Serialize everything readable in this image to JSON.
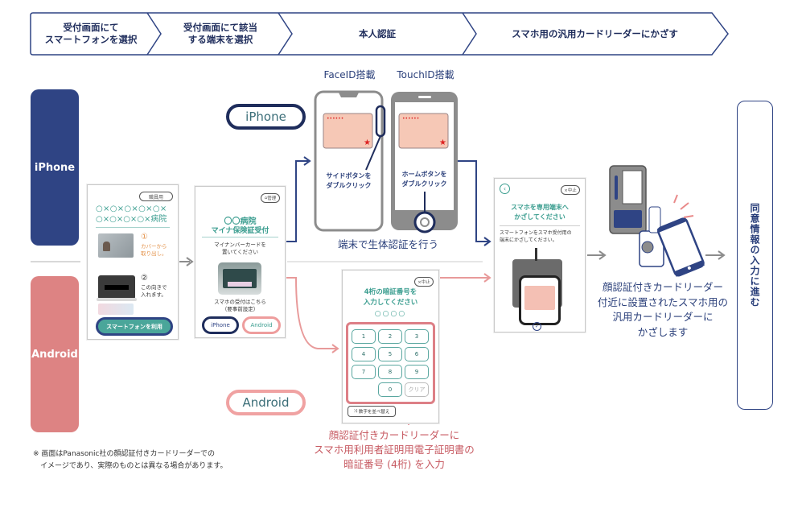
{
  "steps": [
    {
      "label": "受付画面にて\nスマートフォンを選択"
    },
    {
      "label": "受付画面にて該当\nする端末を選択"
    },
    {
      "label": "本人認証"
    },
    {
      "label": "スマホ用の汎用カードリーダーにかざす"
    }
  ],
  "tabs": {
    "iphone": "iPhone",
    "android": "Android"
  },
  "screen1": {
    "staff_badge": "職員用",
    "hospital_line1": "○×○×○×○×○×",
    "hospital_line2": "○×○×○×○×病院",
    "step1_num": "①",
    "step1_text": "カバーから\n取り出し。",
    "step2_num": "②",
    "step2_text": "この向きで\n入れます。",
    "use_smartphone_button": "スマートフォンを利用"
  },
  "screen2": {
    "admin_badge": "管理",
    "hospital": "〇〇病院",
    "title": "マイナ保険証受付",
    "instruction": "マイナンバーカードを\n置いてください",
    "smartphone_note": "スマホの受付はこちら\n（要事前設定）",
    "iphone_button": "iPhone",
    "android_button": "Android"
  },
  "labels": {
    "iphone_oval": "iPhone",
    "android_oval": "Android",
    "faceid": "FaceID搭載",
    "touchid": "TouchID搭載",
    "side_button_text": "サイドボタンを\nダブルクリック",
    "home_button_text": "ホームボタンを\nダブルクリック",
    "biometric_caption": "端末で生体認証を行う",
    "pin_caption": "顔認証付きカードリーダーに\nスマホ用利用者証明用電子証明書の\n暗証番号 (4桁) を入力",
    "reader_caption": "顔認証付きカードリーダー\n付近に設置されたスマホ用の\n汎用カードリーダーに\nかざします",
    "next_step": "同意情報の入力に進む",
    "footnote": "※ 画面はPanasonic社の顔認証付きカードリーダーでの\n　イメージであり、実際のものとは異なる場合があります。"
  },
  "pin_screen": {
    "cancel": "×中止",
    "title": "4桁の暗証番号を\n入力してください",
    "dots": "○○○○",
    "keys": [
      "1",
      "2",
      "3",
      "4",
      "5",
      "6",
      "7",
      "8",
      "9",
      "0",
      "クリア"
    ],
    "shuffle": "数字を並べ替え"
  },
  "tap_screen": {
    "cancel": "×中止",
    "title": "スマホを専用端末へ\nかざしてください",
    "instruction": "スマートフォンをスマホ受付用の\n端末にかざしてください。"
  },
  "colors": {
    "navy": "#2f4484",
    "pink": "#dd8383",
    "teal": "#3a9d8f",
    "dark_blue": "#1f2d5c",
    "gray_arrow": "#8c8c8c"
  }
}
